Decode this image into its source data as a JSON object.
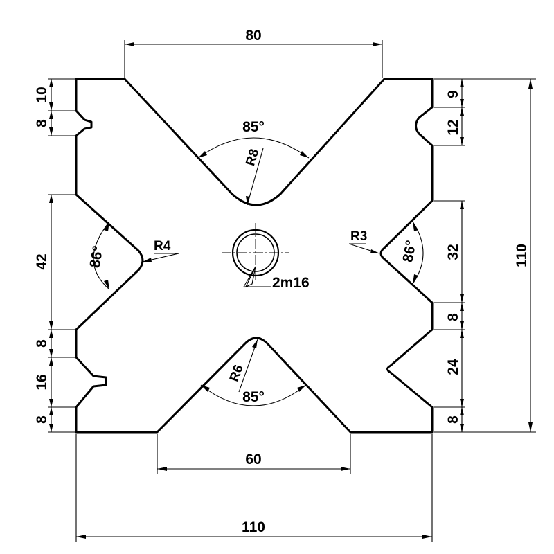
{
  "drawing": {
    "dims": {
      "top_width": "80",
      "bottom_width": "60",
      "overall_width": "110",
      "overall_height": "110",
      "left_top_a": "10",
      "left_top_b": "8",
      "left_mid": "42",
      "left_low_a": "8",
      "left_low_b": "16",
      "left_low_c": "8",
      "right_top_a": "9",
      "right_top_b": "12",
      "right_mid": "32",
      "right_low_a": "8",
      "right_low_b": "24",
      "right_low_c": "8"
    },
    "angles": {
      "top": "85°",
      "bottom": "85°",
      "left": "86°",
      "right": "86°"
    },
    "radii": {
      "top": "R8",
      "bottom": "R6",
      "left": "R4",
      "right": "R3"
    },
    "hole_callout": "2m16"
  }
}
